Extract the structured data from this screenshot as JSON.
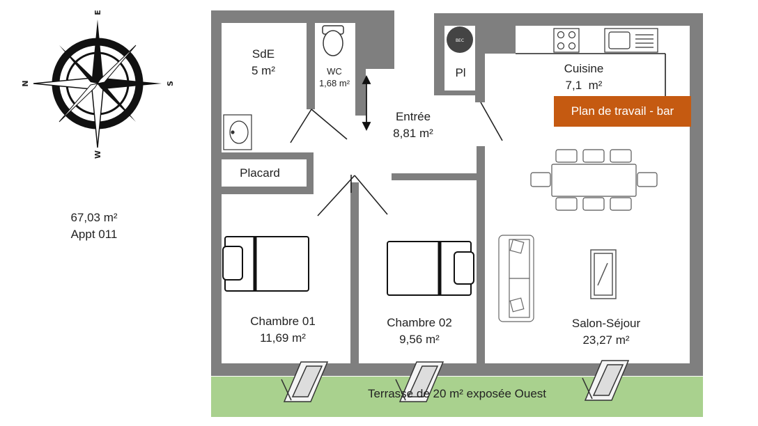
{
  "compass": {
    "north": "N",
    "east": "E",
    "south": "S",
    "west": "W"
  },
  "apartment": {
    "total_area": "67,03 m²",
    "name": "Appt 011"
  },
  "rooms": {
    "sde": {
      "name": "SdE",
      "area": "5 m²"
    },
    "wc": {
      "name": "WC",
      "area": "1,68 m²"
    },
    "pl": {
      "name": "Pl"
    },
    "cuisine": {
      "name": "Cuisine",
      "area": "7,1  m²"
    },
    "entree": {
      "name": "Entrée",
      "area": "8,81 m²"
    },
    "placard": {
      "name": "Placard"
    },
    "chambre01": {
      "name": "Chambre 01",
      "area": "11,69 m²"
    },
    "chambre02": {
      "name": "Chambre 02",
      "area": "9,56 m²"
    },
    "salon": {
      "name": "Salon-Séjour",
      "area": "23,27 m²"
    }
  },
  "bar": {
    "label": "Plan de travail - bar"
  },
  "terrace": {
    "label": "Terrasse de 20 m² exposée Ouest"
  },
  "boiler": {
    "label": "BEC"
  },
  "colors": {
    "wall": "#7f7f7f",
    "terrace": "#a9d18e",
    "bar": "#c55a11"
  }
}
